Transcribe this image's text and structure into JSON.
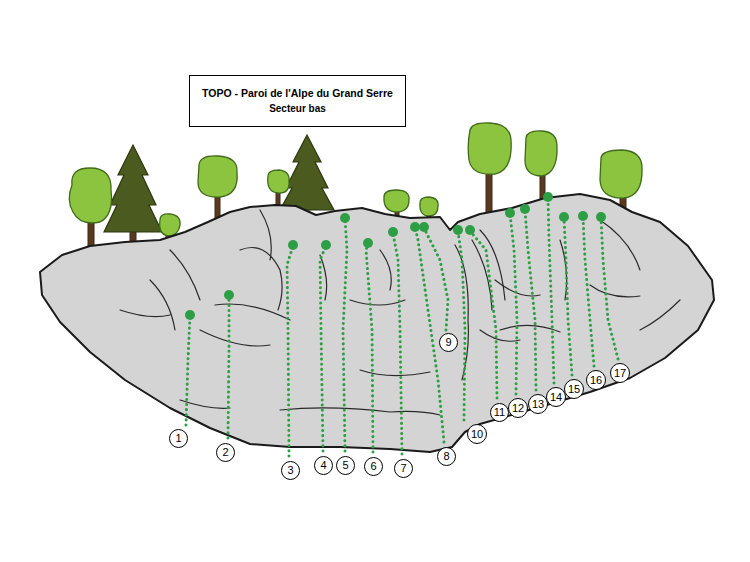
{
  "diagram": {
    "nodes": [
      {
        "text": [
          "TOPO - Paroi de l'Alpe du Grand Serre",
          "Secteur bas"
        ]
      },
      {
        "text": [
          "1"
        ]
      },
      {
        "text": [
          "2"
        ]
      },
      {
        "text": [
          "3"
        ]
      },
      {
        "text": [
          "4"
        ]
      },
      {
        "text": [
          "5"
        ]
      },
      {
        "text": [
          "6"
        ]
      },
      {
        "text": [
          "7"
        ]
      },
      {
        "text": [
          "8"
        ]
      },
      {
        "text": [
          "9"
        ]
      },
      {
        "text": [
          "10"
        ]
      },
      {
        "text": [
          "11"
        ]
      },
      {
        "text": [
          "12"
        ]
      },
      {
        "text": [
          "13"
        ]
      },
      {
        "text": [
          "14"
        ]
      },
      {
        "text": [
          "15"
        ]
      },
      {
        "text": [
          "16"
        ]
      },
      {
        "text": [
          "17"
        ]
      }
    ]
  }
}
